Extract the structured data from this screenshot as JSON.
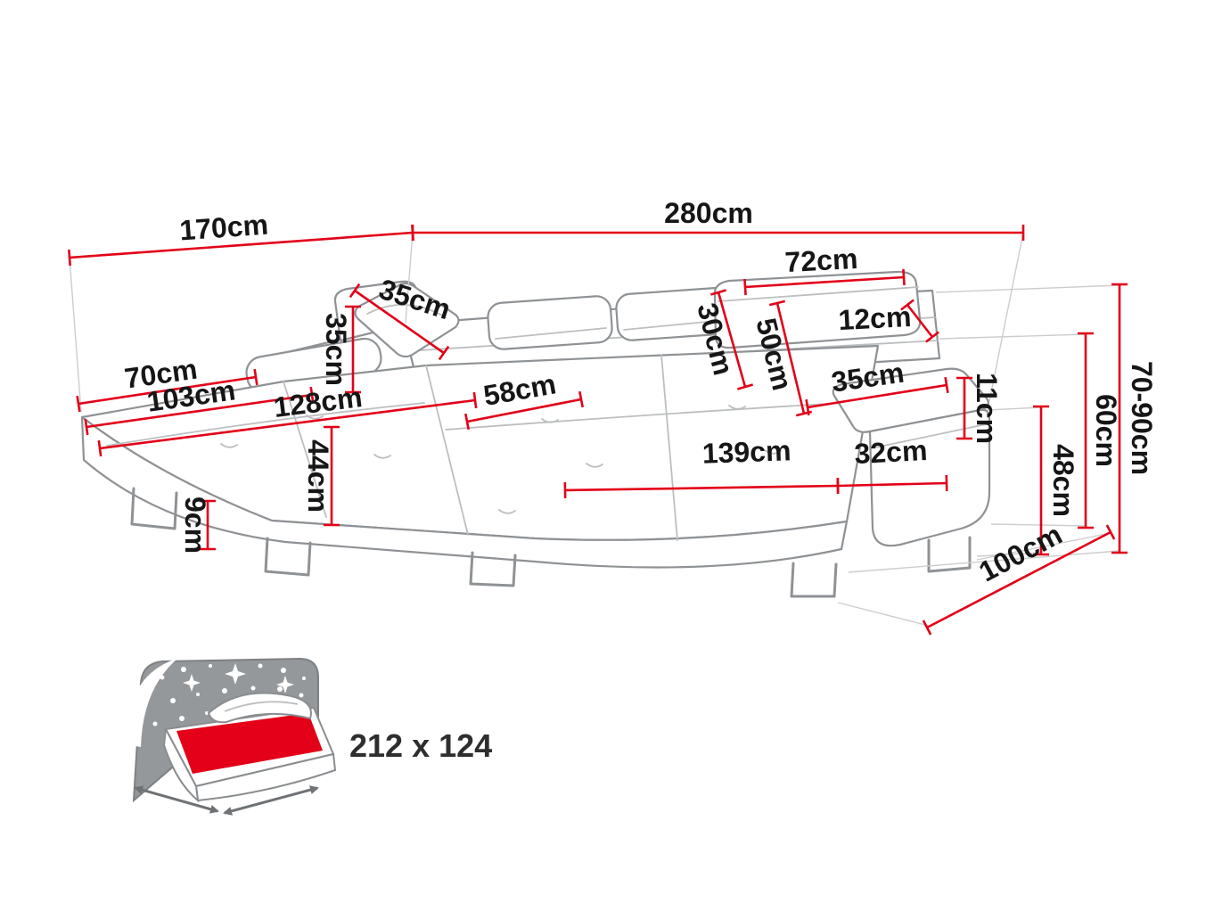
{
  "colors": {
    "dimension_line": "#e30018",
    "sofa_outline": "#8f9295",
    "label_text": "#161616",
    "bed_headboard": "#95989b",
    "bed_mattress_top": "#e30018"
  },
  "dimensions": {
    "back_left_width": "170cm",
    "back_total_width": "280cm",
    "headrest_width": "72cm",
    "headrest_thickness": "12cm",
    "headrest_height": "30cm",
    "backrest_height": "50cm",
    "pillow_size": "35cm",
    "left_backrest_height": "35cm",
    "chaise_arm_width": "70cm",
    "chaise_seat_width": "103cm",
    "chaise_length": "128cm",
    "seat_depth": "58cm",
    "seat_height": "44cm",
    "leg_height": "9cm",
    "armrest_top_length": "35cm",
    "armrest_thickness": "11cm",
    "seat_front_width": "139cm",
    "armrest_front_width": "32cm",
    "armrest_height": "48cm",
    "backrest_total_height": "60cm",
    "overall_height": "70-90cm",
    "total_depth": "100cm"
  },
  "sleeping_area": {
    "label": "212 x 124"
  }
}
